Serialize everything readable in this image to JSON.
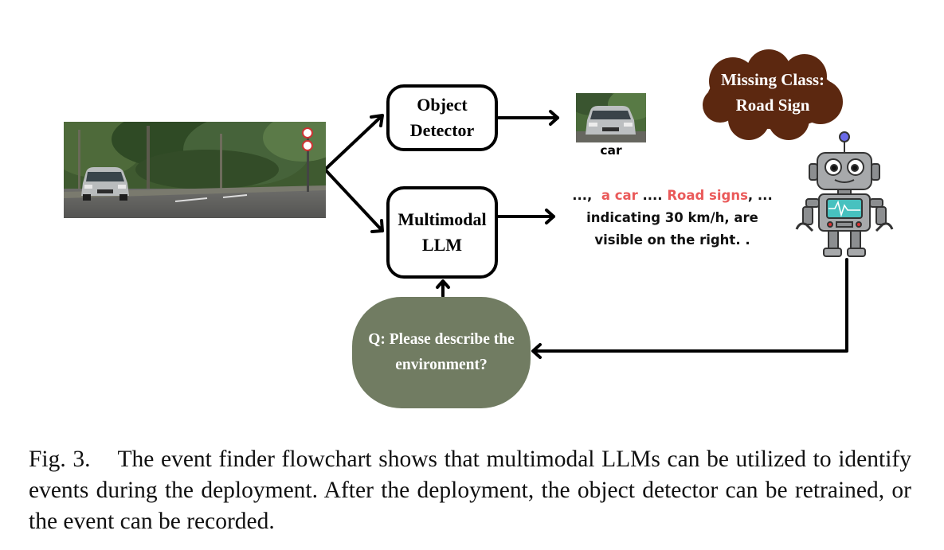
{
  "diagram": {
    "nodes": {
      "object_detector": "Object\nDetector",
      "multimodal_llm": "Multimodal\nLLM",
      "missing_class": "Missing Class:\nRoad Sign",
      "query": "Q: Please describe the\nenvironment?",
      "detected_label": "car"
    },
    "llm_answer": {
      "line1_prefix": "...,  ",
      "line1_car": "a car",
      "line1_mid": " .... ",
      "line1_signs": "Road signs",
      "line1_suffix": ", ...",
      "line2": "indicating 30 km/h, are",
      "line3": "visible on the right. ."
    },
    "colors": {
      "highlight": "#ea5a5a",
      "cloud": "#5c2810",
      "query_bubble": "#717c62",
      "robot_body": "#a7a9ab",
      "robot_screen": "#47c1bf"
    },
    "edges": [
      {
        "from": "scene_image",
        "to": "object_detector"
      },
      {
        "from": "scene_image",
        "to": "multimodal_llm"
      },
      {
        "from": "object_detector",
        "to": "detected_car_image"
      },
      {
        "from": "multimodal_llm",
        "to": "llm_answer"
      },
      {
        "from": "query",
        "to": "multimodal_llm"
      },
      {
        "from": "robot",
        "to": "query"
      }
    ]
  },
  "caption": "Fig. 3.    The event finder flowchart shows that multimodal LLMs can be utilized to identify events during the deployment. After the deployment, the object detector can be retrained, or the event can be recorded."
}
